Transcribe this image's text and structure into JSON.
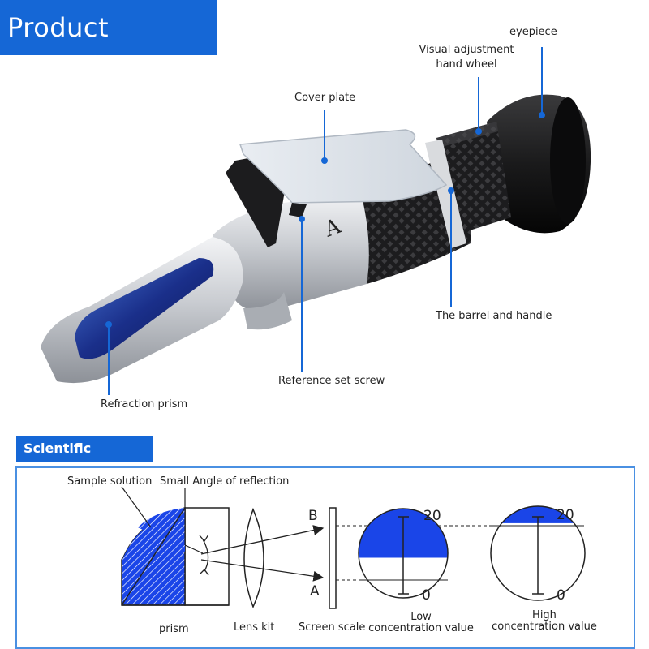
{
  "header": {
    "title": "Product analysis"
  },
  "parts": {
    "eyepiece": "eyepiece",
    "hand_wheel_line1": "Visual adjustment",
    "hand_wheel_line2": "hand wheel",
    "cover_plate": "Cover plate",
    "barrel_handle": "The barrel and handle",
    "reference_screw": "Reference set screw",
    "refraction_prism": "Refraction prism",
    "body_letter": "A"
  },
  "principle": {
    "title": "Scientific principle",
    "sample_solution": "Sample solution",
    "small_angle": "Small Angle of reflection",
    "prism": "prism",
    "lens_kit": "Lens kit",
    "screen_scale": "Screen scale",
    "point_b": "B",
    "point_a": "A",
    "low": {
      "line1": "Low",
      "line2": "concentration value",
      "top": "20",
      "bottom": "0",
      "fill": 0.55
    },
    "high": {
      "line1": "High",
      "line2": "concentration value",
      "top": "20",
      "bottom": "0",
      "fill": 0.18
    }
  },
  "colors": {
    "accent": "#1567d6",
    "fill_blue": "#1a45e8",
    "frame": "#4a90e2"
  }
}
